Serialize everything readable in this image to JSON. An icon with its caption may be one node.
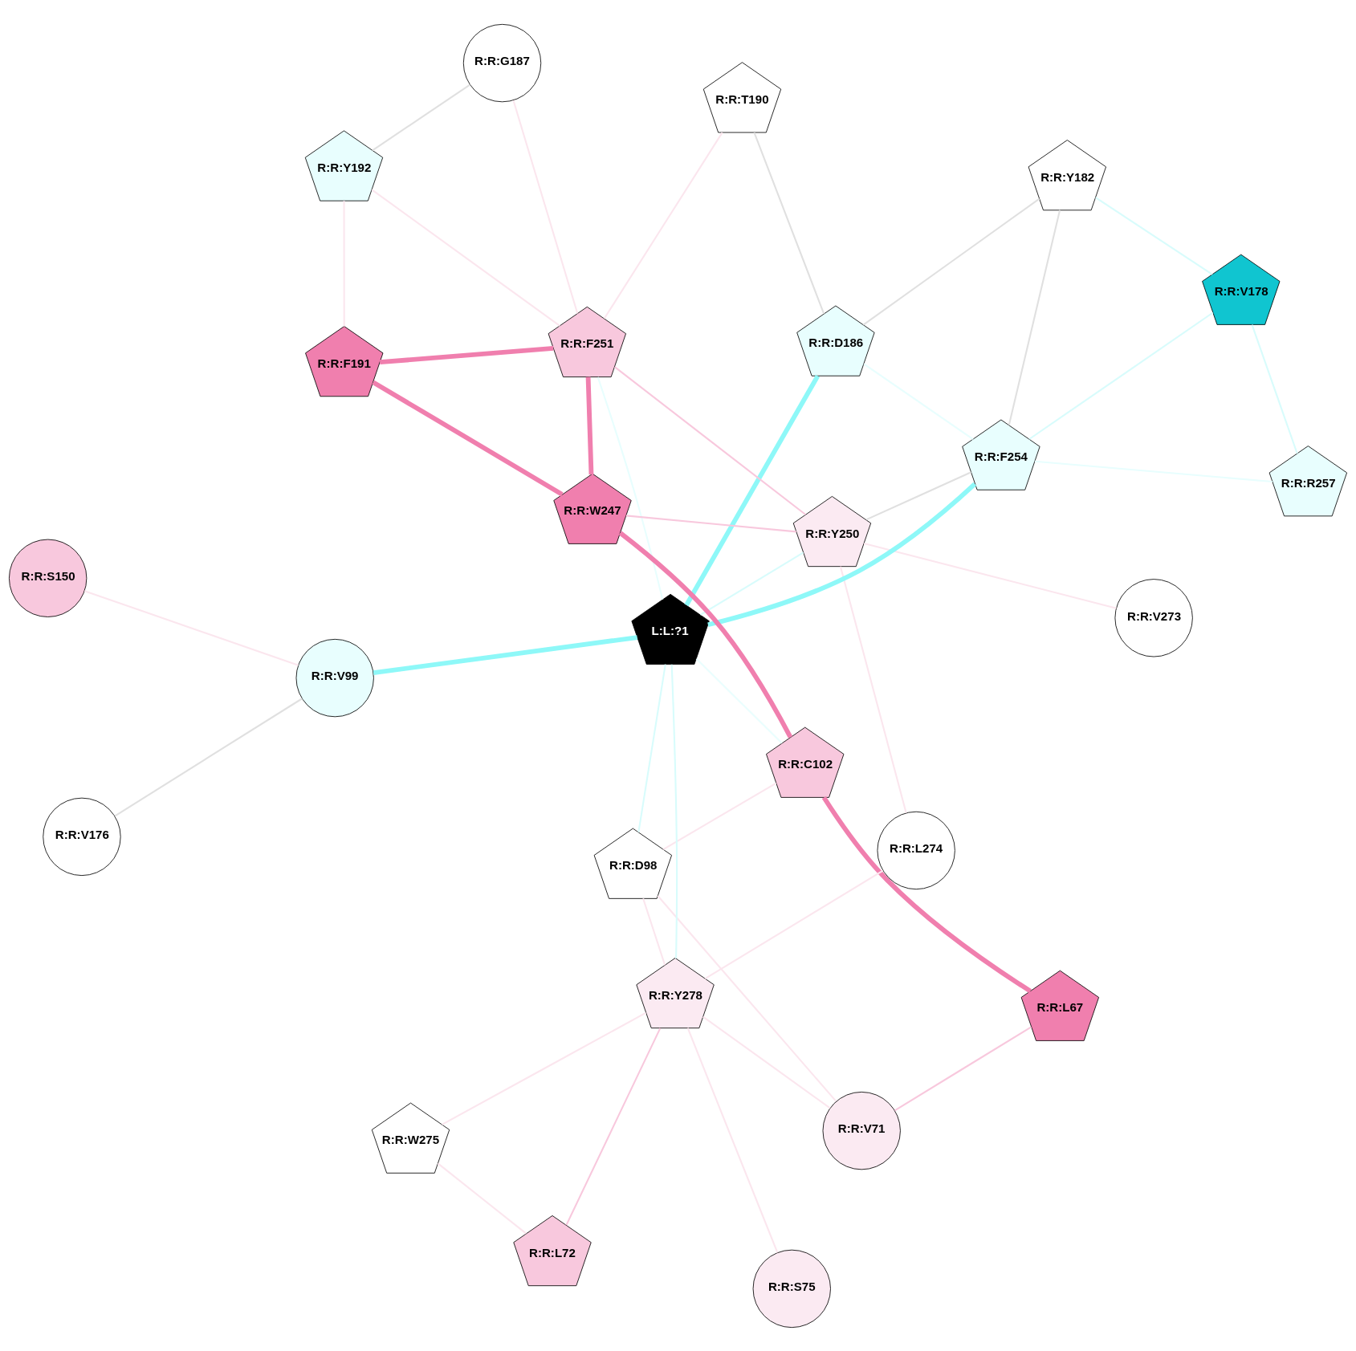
{
  "diagram": {
    "nodes": [
      {
        "text": [
          "L:L:?1"
        ]
      },
      {
        "text": [
          "R:R:L67"
        ]
      },
      {
        "text": [
          "R:R:V71"
        ]
      },
      {
        "text": [
          "R:R:W275"
        ]
      },
      {
        "text": [
          "R:R:R257"
        ]
      },
      {
        "text": [
          "R:R:L72"
        ]
      },
      {
        "text": [
          "R:R:D98"
        ]
      },
      {
        "text": [
          "R:R:S75"
        ]
      },
      {
        "text": [
          "R:R:L274"
        ]
      },
      {
        "text": [
          "R:R:Y278"
        ]
      },
      {
        "text": [
          "R:R:V99"
        ]
      },
      {
        "text": [
          "R:R:S150"
        ]
      },
      {
        "text": [
          "R:R:V273"
        ]
      },
      {
        "text": [
          "R:R:F254"
        ]
      },
      {
        "text": [
          "R:R:C102"
        ]
      },
      {
        "text": [
          "R:R:Y192"
        ]
      },
      {
        "text": [
          "R:R:V176"
        ]
      },
      {
        "text": [
          "R:R:D186"
        ]
      },
      {
        "text": [
          "R:R:F251"
        ]
      },
      {
        "text": [
          "R:R:F191"
        ]
      },
      {
        "text": [
          "R:R:Y250"
        ]
      },
      {
        "text": [
          "R:R:W247"
        ]
      },
      {
        "text": [
          "R:R:G187"
        ]
      },
      {
        "text": [
          "R:R:V178"
        ]
      },
      {
        "text": [
          "R:R:T190"
        ]
      },
      {
        "text": [
          "R:R:Y182"
        ]
      }
    ],
    "edges": [
      {
        "from": 1,
        "to": 2,
        "arrow": "none",
        "color": "#f8c8dd"
      },
      {
        "from": 1,
        "to": 14,
        "arrow": "none",
        "style": "thick",
        "color": "#f07fae"
      },
      {
        "from": 3,
        "to": 5,
        "arrow": "none",
        "color": "#fbe6ee"
      },
      {
        "from": 3,
        "to": 9,
        "arrow": "none",
        "color": "#fbe6ee"
      },
      {
        "from": 2,
        "to": 9,
        "arrow": "none",
        "color": "#fbe6ee"
      },
      {
        "from": 2,
        "to": 6,
        "arrow": "none",
        "color": "#fbe6ee"
      },
      {
        "from": 5,
        "to": 9,
        "arrow": "none",
        "color": "#f8c8dd"
      },
      {
        "from": 7,
        "to": 9,
        "arrow": "none",
        "color": "#fbe6ee"
      },
      {
        "from": 6,
        "to": 9,
        "arrow": "none",
        "color": "#fbe6ee"
      },
      {
        "from": 6,
        "to": 0,
        "arrow": "none",
        "color": "#d8fcfc"
      },
      {
        "from": 6,
        "to": 14,
        "arrow": "none",
        "color": "#fbe6ee"
      },
      {
        "from": 8,
        "to": 9,
        "arrow": "none",
        "color": "#fbe6ee"
      },
      {
        "from": 8,
        "to": 20,
        "arrow": "none",
        "color": "#fbe6ee"
      },
      {
        "from": 4,
        "to": 13,
        "arrow": "none",
        "color": "#e8fefe"
      },
      {
        "from": 4,
        "to": 23,
        "arrow": "none",
        "color": "#d8fcfc"
      },
      {
        "from": 9,
        "to": 0,
        "arrow": "none",
        "color": "#d8fcfc"
      },
      {
        "from": 10,
        "to": 0,
        "arrow": "none",
        "style": "thick",
        "color": "#8ef8f8"
      },
      {
        "from": 10,
        "to": 11,
        "arrow": "none",
        "color": "#fbe6ee"
      },
      {
        "from": 10,
        "to": 16,
        "arrow": "none",
        "color": "#e0e0e0"
      },
      {
        "from": 12,
        "to": 20,
        "arrow": "none",
        "color": "#fbe6ee"
      },
      {
        "from": 13,
        "to": 0,
        "arrow": "none",
        "style": "thick",
        "color": "#8ef8f8"
      },
      {
        "from": 13,
        "to": 17,
        "arrow": "none",
        "color": "#e8fefe"
      },
      {
        "from": 13,
        "to": 23,
        "arrow": "none",
        "color": "#d8fcfc"
      },
      {
        "from": 13,
        "to": 25,
        "arrow": "none",
        "color": "#e0e0e0"
      },
      {
        "from": 13,
        "to": 20,
        "arrow": "none",
        "color": "#e0e0e0"
      },
      {
        "from": 14,
        "to": 0,
        "arrow": "none",
        "color": "#eafefe"
      },
      {
        "from": 14,
        "to": 21,
        "arrow": "none",
        "style": "thick",
        "color": "#f07fae"
      },
      {
        "from": 0,
        "to": 17,
        "arrow": "none",
        "style": "thick",
        "color": "#8ef8f8"
      },
      {
        "from": 0,
        "to": 20,
        "arrow": "none",
        "color": "#d8fcfc"
      },
      {
        "from": 0,
        "to": 18,
        "arrow": "none",
        "color": "#e8fefe"
      },
      {
        "from": 15,
        "to": 18,
        "arrow": "none",
        "color": "#fbe6ee"
      },
      {
        "from": 15,
        "to": 19,
        "arrow": "none",
        "color": "#fbe6ee"
      },
      {
        "from": 15,
        "to": 22,
        "arrow": "none",
        "color": "#e0e0e0"
      },
      {
        "from": 18,
        "to": 19,
        "arrow": "none",
        "style": "thick",
        "color": "#f07fae"
      },
      {
        "from": 18,
        "to": 21,
        "arrow": "none",
        "style": "thick",
        "color": "#f07fae"
      },
      {
        "from": 18,
        "to": 20,
        "arrow": "none",
        "color": "#f8c8dd"
      },
      {
        "from": 18,
        "to": 22,
        "arrow": "none",
        "color": "#fbe6ee"
      },
      {
        "from": 18,
        "to": 24,
        "arrow": "none",
        "color": "#fbe6ee"
      },
      {
        "from": 19,
        "to": 21,
        "arrow": "none",
        "style": "thick",
        "color": "#f07fae"
      },
      {
        "from": 20,
        "to": 21,
        "arrow": "none",
        "color": "#f8c8dd"
      },
      {
        "from": 17,
        "to": 24,
        "arrow": "none",
        "color": "#e0e0e0"
      },
      {
        "from": 17,
        "to": 25,
        "arrow": "none",
        "color": "#e0e0e0"
      },
      {
        "from": 23,
        "to": 25,
        "arrow": "none",
        "color": "#d8fcfc"
      }
    ]
  }
}
